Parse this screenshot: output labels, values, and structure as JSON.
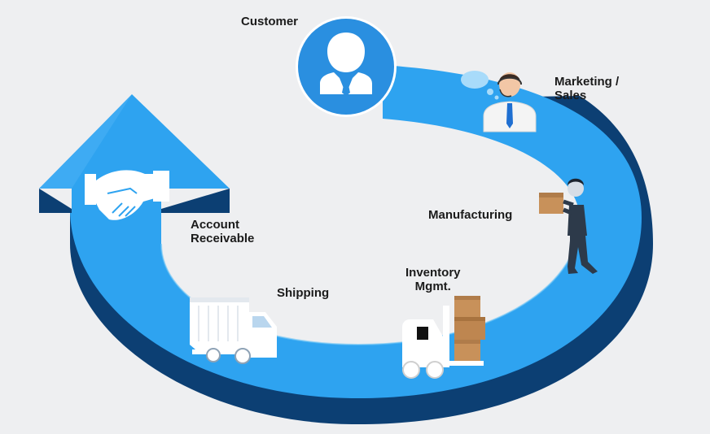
{
  "diagram": {
    "type": "business-process-cycle",
    "colors": {
      "ring_light": "#2ea3f0",
      "ring_dark": "#0c3f73",
      "circle": "#2a8fe0",
      "background": "#eeeff1",
      "box": "#c8915a"
    },
    "stages": [
      {
        "id": "customer",
        "label": "Customer",
        "icon": "customer-icon"
      },
      {
        "id": "marketing",
        "label": "Marketing / Sales",
        "lines": [
          "Marketing /",
          "Sales"
        ],
        "icon": "sales-agent-icon"
      },
      {
        "id": "manufacturing",
        "label": "Manufacturing",
        "icon": "worker-carrying-box-icon"
      },
      {
        "id": "inventory",
        "label": "Inventory Mgmt.",
        "lines": [
          "Inventory",
          "Mgmt."
        ],
        "icon": "forklift-icon"
      },
      {
        "id": "shipping",
        "label": "Shipping",
        "icon": "truck-icon"
      },
      {
        "id": "receivable",
        "label": "Account Receivable",
        "lines": [
          "Account",
          "Receivable"
        ],
        "icon": "handshake-icon"
      }
    ]
  }
}
